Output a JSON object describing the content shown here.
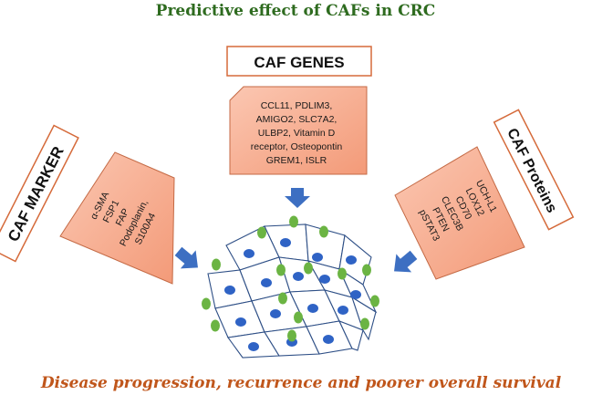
{
  "title": "Predictive effect of CAFs in CRC",
  "footer": "Disease progression, recurrence and poorer overall survival",
  "genes": {
    "header": "CAF GENES",
    "lines": [
      "CCL11, PDLIM3,",
      "AMIGO2, SLC7A2,",
      "ULBP2, Vitamin D",
      "receptor, Osteopontin",
      "GREM1, ISLR"
    ]
  },
  "marker": {
    "header": "CAF MARKER",
    "lines": [
      "α-SMA",
      "FSP1",
      "FAP",
      "Podoplanin,",
      "S100A4"
    ]
  },
  "proteins": {
    "header": "CAF Proteins",
    "lines": [
      "UCH-L1",
      "LOX12",
      "CD70",
      "CLEC3B",
      "PTEN",
      "pSTAT3"
    ]
  },
  "colors": {
    "title": "#2e6b1f",
    "footer": "#c0561b",
    "box_fill": "#f7a98a",
    "box_border": "#c46a45",
    "arrow": "#3d6fc2",
    "cell_nucleus": "#2f63c5",
    "green_dot": "#6bb443"
  }
}
